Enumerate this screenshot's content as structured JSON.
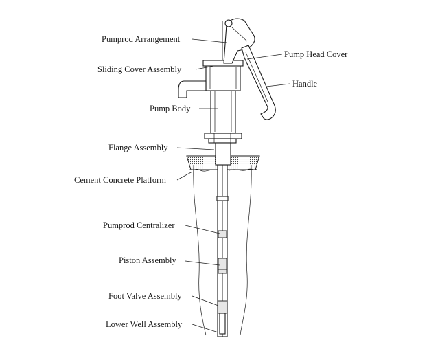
{
  "labels": {
    "pumprod_arrangement": "Pumprod Arrangement",
    "pump_head_cover": "Pump Head Cover",
    "sliding_cover_assembly": "Sliding Cover Assembly",
    "handle": "Handle",
    "pump_body": "Pump Body",
    "flange_assembly": "Flange Assembly",
    "cement_concrete_platform": "Cement Concrete Platform",
    "pumprod_centralizer": "Pumprod Centralizer",
    "piston_assembly": "Piston Assembly",
    "foot_valve_assembly": "Foot Valve Assembly",
    "lower_well_assembly": "Lower Well Assembly"
  }
}
